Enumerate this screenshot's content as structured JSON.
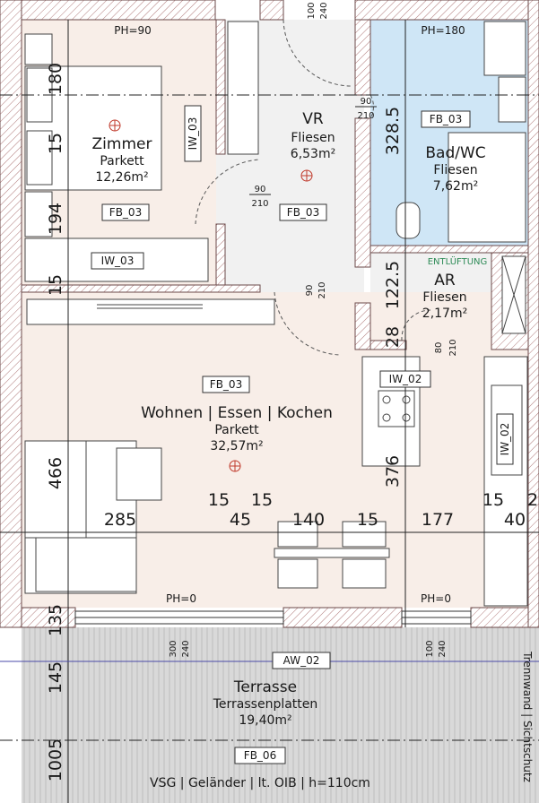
{
  "rooms": {
    "zimmer": {
      "name": "Zimmer",
      "floor": "Parkett",
      "area": "12,26m²"
    },
    "vr": {
      "name": "VR",
      "floor": "Fliesen",
      "area": "6,53m²"
    },
    "bad": {
      "name": "Bad/WC",
      "floor": "Fliesen",
      "area": "7,62m²"
    },
    "ar": {
      "name": "AR",
      "floor": "Fliesen",
      "area": "2,17m²"
    },
    "wohnen": {
      "name": "Wohnen | Essen | Kochen",
      "floor": "Parkett",
      "area": "32,57m²"
    },
    "terrasse": {
      "name": "Terrasse",
      "floor": "Terrassenplatten",
      "area": "19,40m²"
    }
  },
  "tags": {
    "fb_zimmer": "FB_03",
    "fb_vr": "FB_03",
    "fb_bad": "FB_03",
    "fb_wohnen": "FB_03",
    "fb_terrasse": "FB_06",
    "iw_zimmer": "IW_03",
    "iw_wohnen": "IW_03",
    "iw_kitchen": "IW_02",
    "iw_right": "IW_02",
    "aw": "AW_02"
  },
  "ph": {
    "zimmer": "PH=90",
    "bad": "PH=180",
    "left": "PH=0",
    "right": "PH=0"
  },
  "doors": {
    "top_a": "100",
    "top_b": "240",
    "vr_bad_a": "90",
    "vr_bad_b": "210",
    "zimmer_a": "90",
    "zimmer_b": "210",
    "wohnen_a": "90",
    "wohnen_b": "210",
    "ar_a": "80",
    "ar_b": "210",
    "win1_a": "300",
    "win1_b": "240",
    "win2_a": "100",
    "win2_b": "240"
  },
  "dims": {
    "v180": "180",
    "v15a": "15",
    "v194": "194",
    "v15b": "15",
    "v328": "328.5",
    "v122": "122.5",
    "v28": "28",
    "v376": "376",
    "v466": "466",
    "v135": "135",
    "v145": "145",
    "v1005": "1005",
    "h285": "285",
    "h15a": "15",
    "h15b": "15",
    "h45": "45",
    "h140": "140",
    "h15c": "15",
    "h177": "177",
    "h15d": "15",
    "h2": "2",
    "h40": "40"
  },
  "notes": {
    "entlueftung": "ENTLÜFTUNG",
    "railing": "VSG | Geländer | lt. OIB | h=110cm",
    "trennwand": "Trennwand | Sichtschutz"
  }
}
